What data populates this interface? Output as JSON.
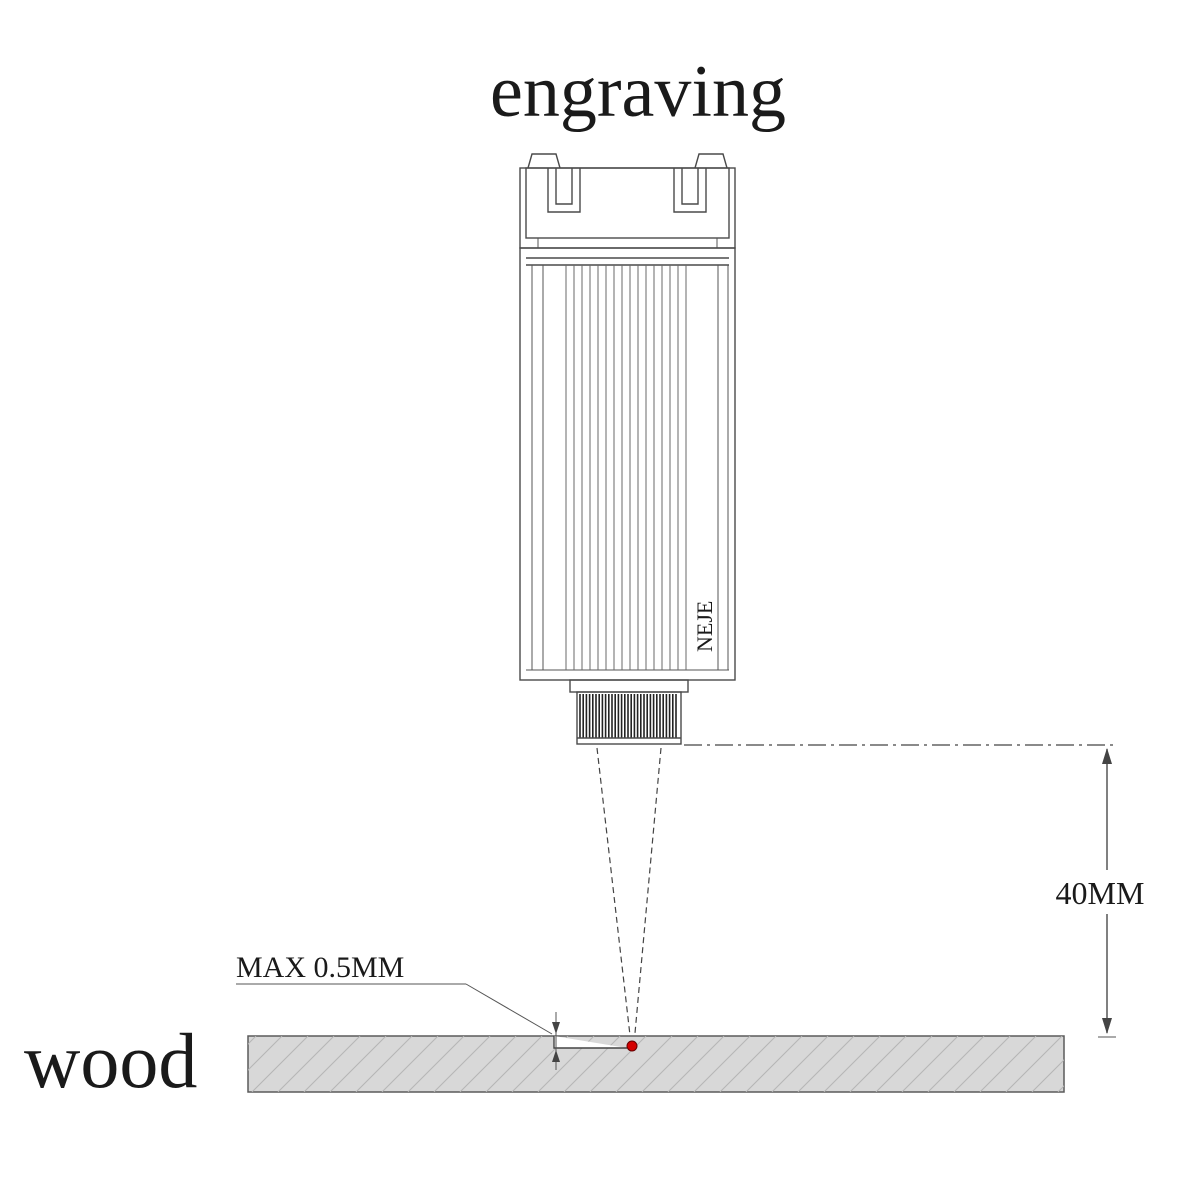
{
  "title": "engraving",
  "module": {
    "brand": "NEJE"
  },
  "material": {
    "label": "wood"
  },
  "dimensions": {
    "focal_distance": "40MM",
    "max_depth": "MAX 0.5MM"
  },
  "colors": {
    "laser_spot": "#d40000",
    "wood_fill": "#d8d8d8"
  }
}
